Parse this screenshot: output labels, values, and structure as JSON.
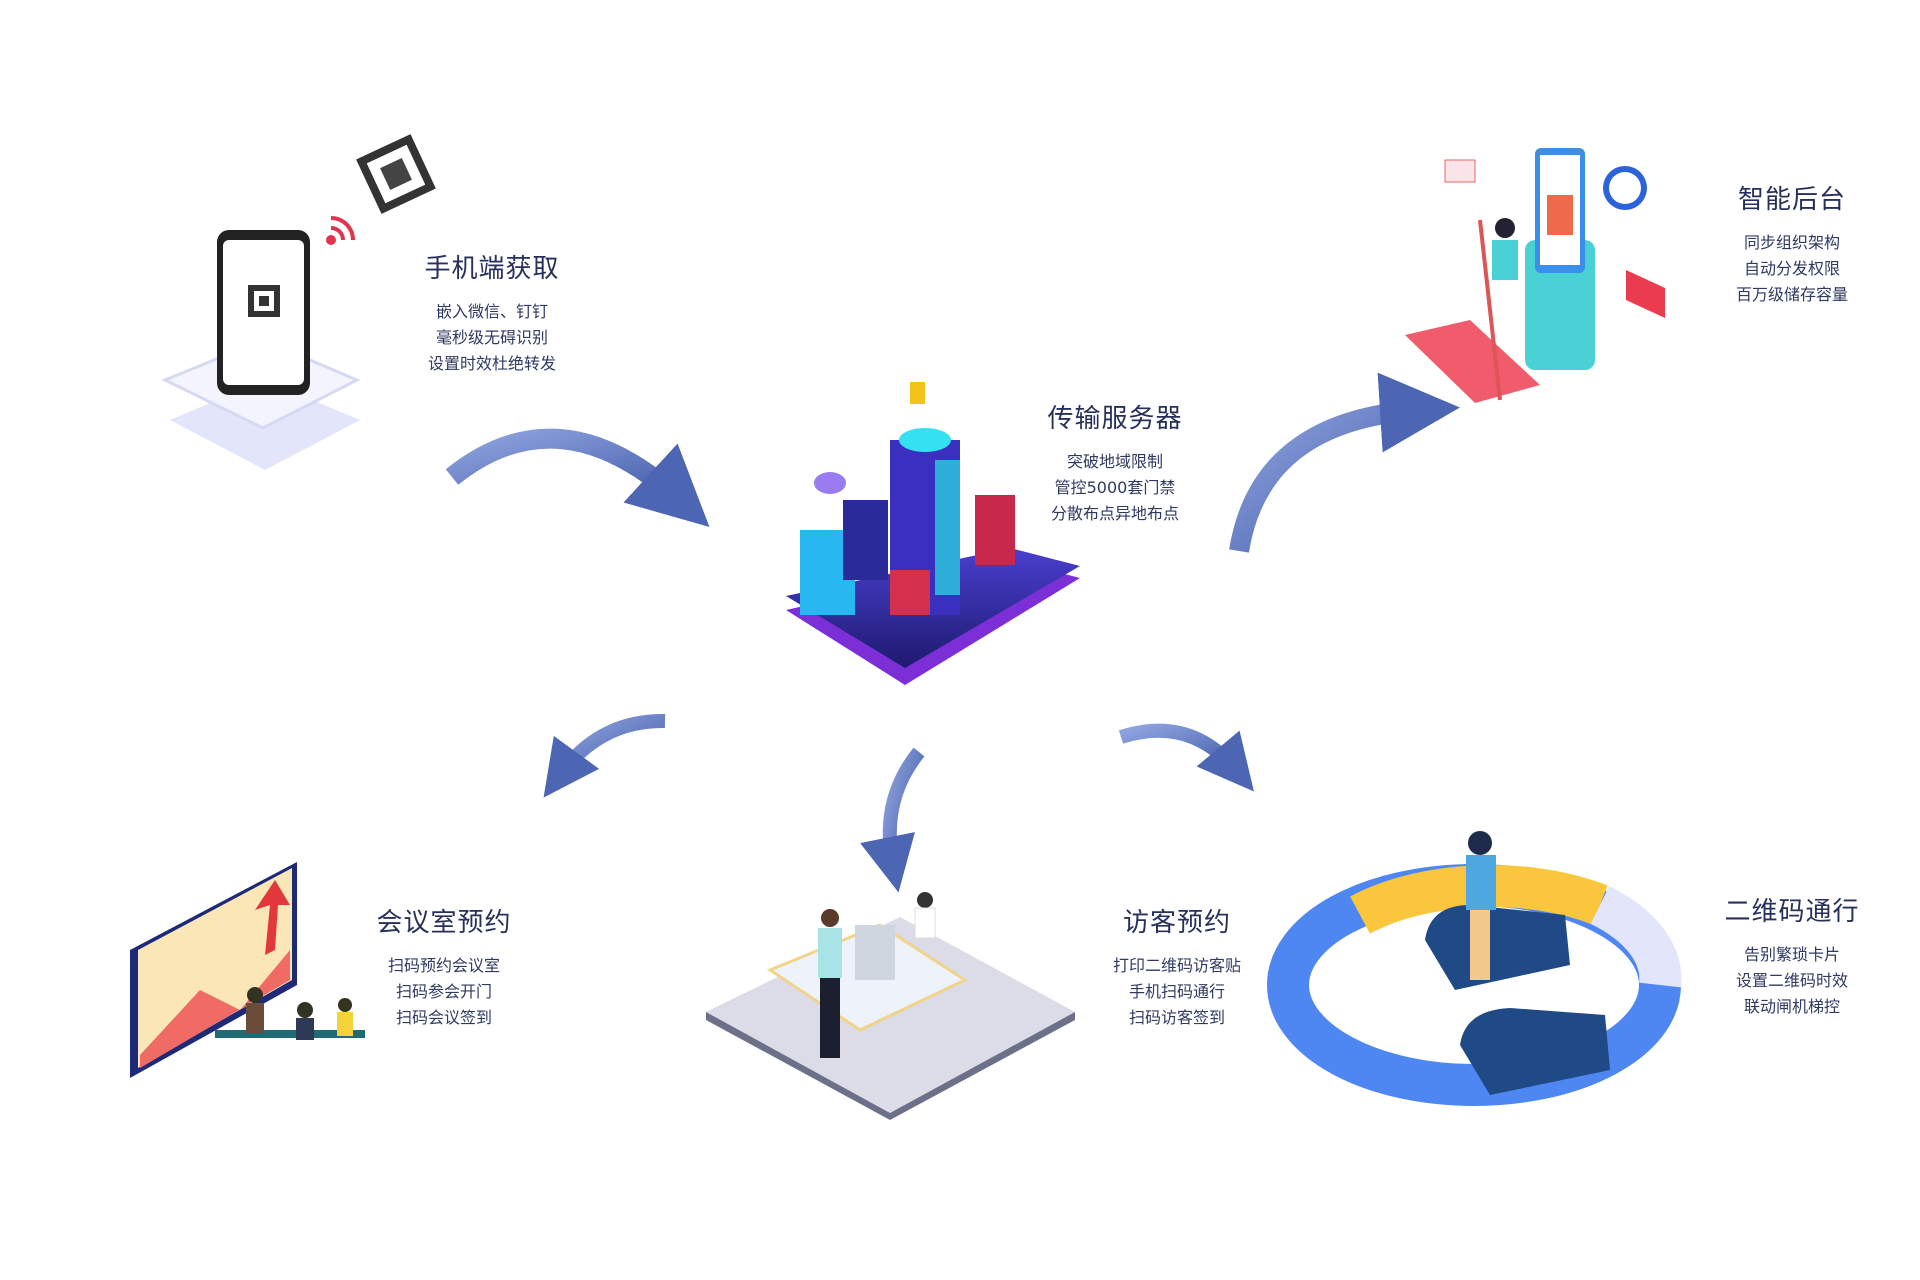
{
  "colors": {
    "text": "#27305a",
    "arrow": "#5a74c0",
    "server": "#3b2fa8",
    "accent": "#27d3e6"
  },
  "nodes": {
    "mobile": {
      "title": "手机端获取",
      "lines": [
        "嵌入微信、钉钉",
        "毫秒级无碍识别",
        "设置时效杜绝转发"
      ]
    },
    "server": {
      "title": "传输服务器",
      "lines": [
        "突破地域限制",
        "管控5000套门禁",
        "分散布点异地布点"
      ]
    },
    "backend": {
      "title": "智能后台",
      "lines": [
        "同步组织架构",
        "自动分发权限",
        "百万级储存容量"
      ]
    },
    "meeting": {
      "title": "会议室预约",
      "lines": [
        "扫码预约会议室",
        "扫码参会开门",
        "扫码会议签到"
      ]
    },
    "visitor": {
      "title": "访客预约",
      "lines": [
        "打印二维码访客贴",
        "手机扫码通行",
        "扫码访客签到"
      ]
    },
    "qrpass": {
      "title": "二维码通行",
      "lines": [
        "告别繁琐卡片",
        "设置二维码时效",
        "联动闸机梯控"
      ]
    }
  }
}
